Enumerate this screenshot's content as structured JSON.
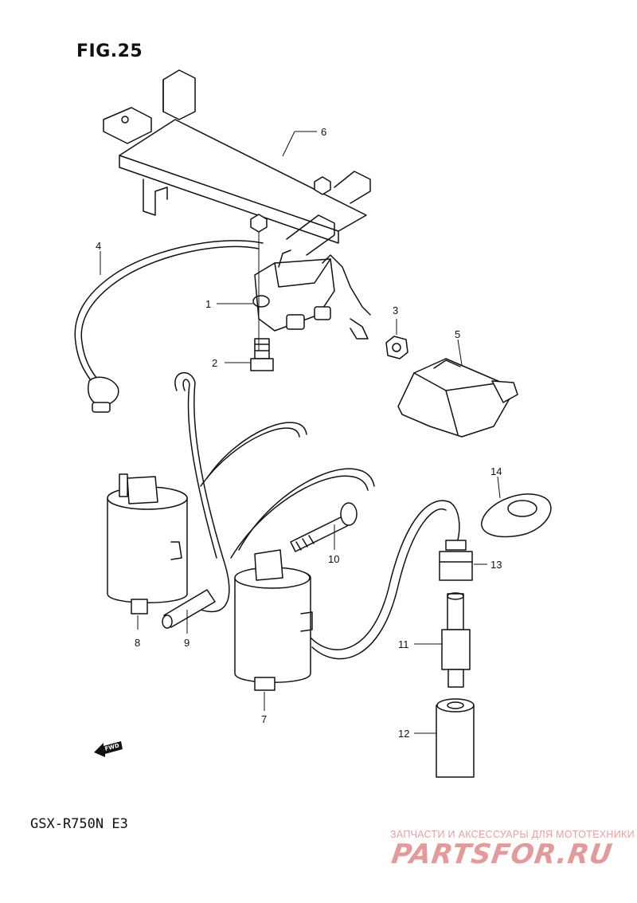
{
  "figure": {
    "title": "FIG.25",
    "model": "GSX-R750N  E3",
    "fwd_label": "FWD"
  },
  "callouts": [
    "1",
    "2",
    "3",
    "4",
    "5",
    "6",
    "7",
    "8",
    "9",
    "10",
    "11",
    "12",
    "13",
    "14"
  ],
  "watermark": {
    "subtitle": "ЗАПЧАСТИ И АКСЕССУАРЫ ДЛЯ МОТОТЕХНИКИ",
    "logo": "PARTSFOR.RU",
    "color": "#e49a9a"
  }
}
